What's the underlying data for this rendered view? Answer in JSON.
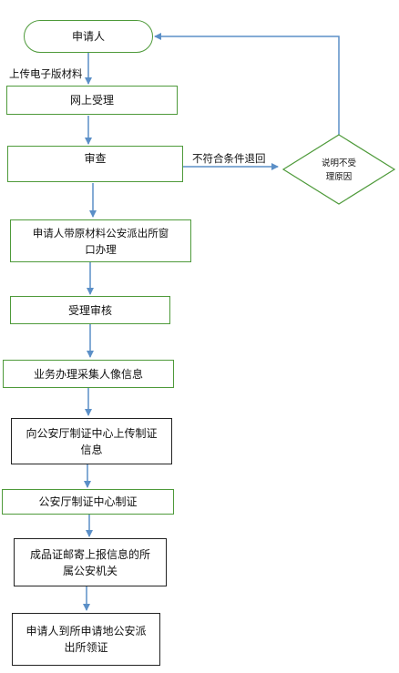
{
  "flow": {
    "start": "申请人",
    "upload_label": "上传电子版材料",
    "online_accept": "网上受理",
    "review": "审查",
    "reject_label": "不符合条件退回",
    "reject_reason": "说明不受\n理原因",
    "bring_materials": "申请人带原材料公安派出所窗\n口办理",
    "accept_review": "受理审核",
    "collect_portrait": "业务办理采集人像信息",
    "upload_to_center": "向公安厅制证中心上传制证\n信息",
    "make_card": "公安厅制证中心制证",
    "mail_card": "成品证邮寄上报信息的所\n属公安机关",
    "pickup": "申请人到所申请地公安派\n出所领证"
  },
  "colors": {
    "connector": "#5b8fc7",
    "green_border": "#4e9a3a",
    "black_border": "#222222"
  }
}
